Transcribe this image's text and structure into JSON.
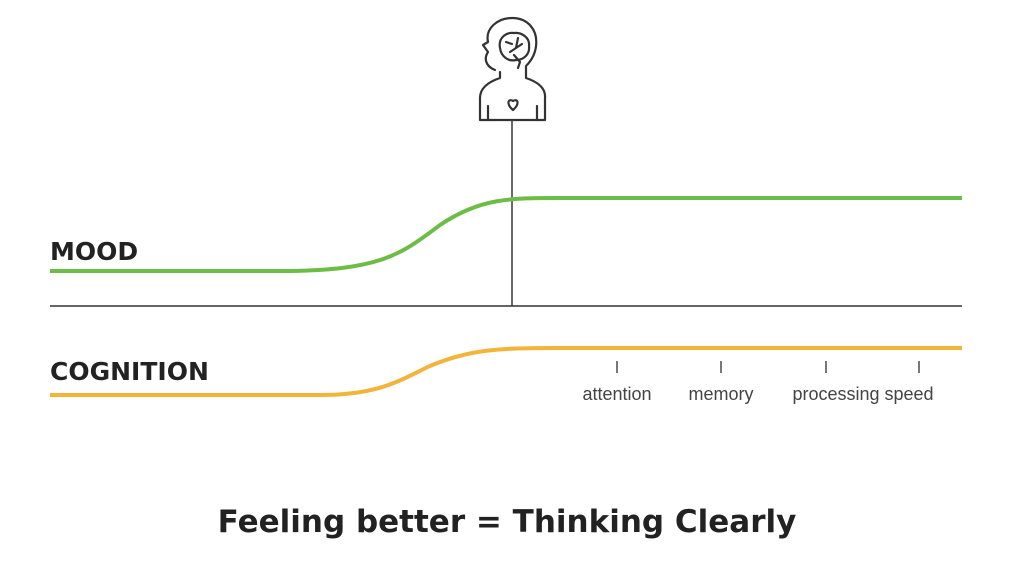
{
  "labels": {
    "mood": "MOOD",
    "cognition": "COGNITION",
    "caption": "Feeling better = Thinking Clearly"
  },
  "cognition_aspects": [
    "attention",
    "memory",
    "processing speed"
  ],
  "icons": {
    "person": "person-brain-heart-icon"
  },
  "colors": {
    "mood": "#6cbd45",
    "cognition": "#f2b43a",
    "ink": "#222222"
  }
}
